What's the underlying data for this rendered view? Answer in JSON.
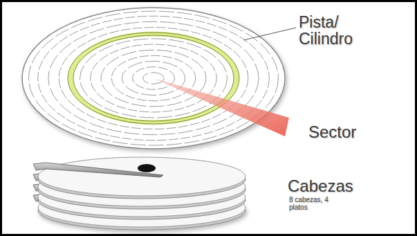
{
  "diagram": {
    "labels": [
      "Pista/ Cilindro",
      "Sector",
      "Cabezas",
      "8 cabezas, 4 platos"
    ]
  }
}
